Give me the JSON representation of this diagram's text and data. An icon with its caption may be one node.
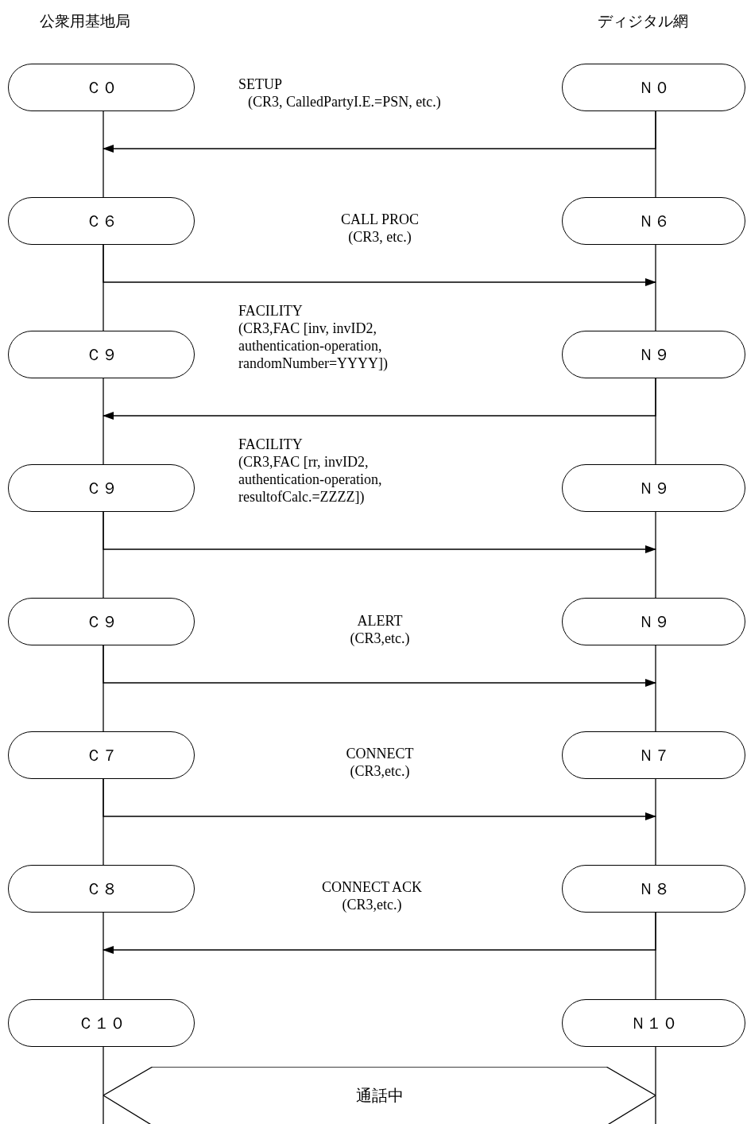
{
  "diagram": {
    "nodes": [
      {
        "text": [
          "Ｃ０"
        ]
      },
      {
        "text": [
          "Ｎ０"
        ]
      },
      {
        "text": [
          "Ｃ６"
        ]
      },
      {
        "text": [
          "Ｎ６"
        ]
      },
      {
        "text": [
          "Ｃ９"
        ]
      },
      {
        "text": [
          "Ｎ９"
        ]
      },
      {
        "text": [
          "Ｃ９"
        ]
      },
      {
        "text": [
          "Ｎ９"
        ]
      },
      {
        "text": [
          "Ｃ９"
        ]
      },
      {
        "text": [
          "Ｎ９"
        ]
      },
      {
        "text": [
          "Ｃ７"
        ]
      },
      {
        "text": [
          "Ｎ７"
        ]
      },
      {
        "text": [
          "Ｃ８"
        ]
      },
      {
        "text": [
          "Ｎ８"
        ]
      },
      {
        "text": [
          "Ｃ１０"
        ]
      },
      {
        "text": [
          "Ｎ１０"
        ]
      },
      {
        "text": [
          "通話中"
        ]
      }
    ],
    "edges": [
      {
        "from": 0,
        "to": 2,
        "arrow": "none"
      },
      {
        "from": 2,
        "to": 4,
        "arrow": "none"
      },
      {
        "from": 4,
        "to": 6,
        "arrow": "none"
      },
      {
        "from": 6,
        "to": 8,
        "arrow": "none"
      },
      {
        "from": 8,
        "to": 10,
        "arrow": "none"
      },
      {
        "from": 10,
        "to": 12,
        "arrow": "none"
      },
      {
        "from": 12,
        "to": 14,
        "arrow": "none"
      },
      {
        "from": 14,
        "to": 16,
        "arrow": "none"
      },
      {
        "from": 1,
        "to": 3,
        "arrow": "none"
      },
      {
        "from": 3,
        "to": 5,
        "arrow": "none"
      },
      {
        "from": 5,
        "to": 7,
        "arrow": "none"
      },
      {
        "from": 7,
        "to": 9,
        "arrow": "none"
      },
      {
        "from": 9,
        "to": 11,
        "arrow": "none"
      },
      {
        "from": 11,
        "to": 13,
        "arrow": "none"
      },
      {
        "from": 13,
        "to": 15,
        "arrow": "none"
      },
      {
        "from": 15,
        "to": 16,
        "arrow": "none"
      },
      {
        "from": 1,
        "to": null,
        "arrow": "to",
        "label": "SETUP (CR3, CalledPartyI.E.=PSN, etc.)"
      },
      {
        "from": 2,
        "to": null,
        "arrow": "to",
        "label": "CALL PROC (CR3, etc.)"
      },
      {
        "from": 5,
        "to": null,
        "arrow": "to",
        "label": "FACILITY (CR3,FAC [inv, invID2, authentication-operation, randomNumber=YYYY])"
      },
      {
        "from": 6,
        "to": null,
        "arrow": "to",
        "label": "FACILITY (CR3,FAC [rr, invID2, authentication-operation, resultofCalc.=ZZZZ])"
      },
      {
        "from": 8,
        "to": null,
        "arrow": "to",
        "label": "ALERT (CR3,etc.)"
      },
      {
        "from": 10,
        "to": null,
        "arrow": "to",
        "label": "CONNECT (CR3,etc.)"
      },
      {
        "from": 13,
        "to": null,
        "arrow": "to",
        "label": "CONNECT ACK (CR3,etc.)"
      }
    ],
    "labels": [
      "公衆用基地局",
      "ディジタル網"
    ]
  }
}
